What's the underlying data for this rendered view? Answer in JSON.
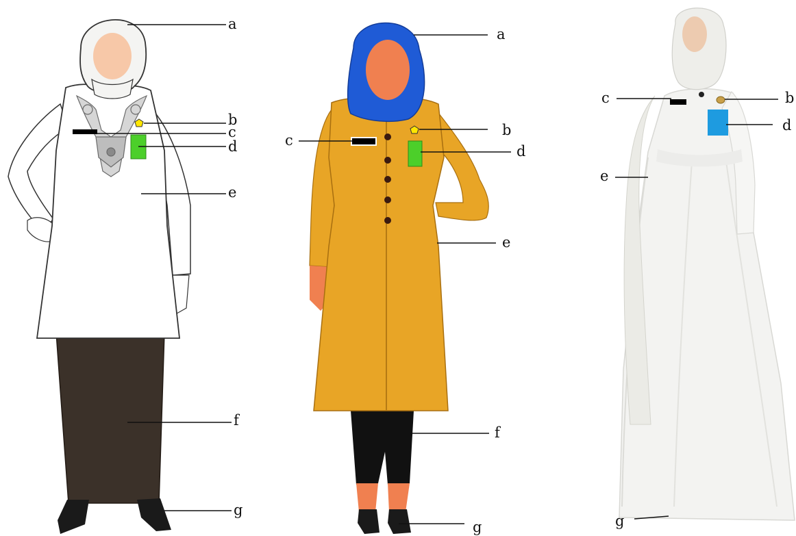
{
  "figures": [
    {
      "id": "figure-1",
      "labels": {
        "a": "a",
        "b": "b",
        "c": "c",
        "d": "d",
        "e": "e",
        "f": "f",
        "g": "g"
      },
      "colors": {
        "hijab": "#f4f4f2",
        "top": "#ffffff",
        "skirt": "#3b3129",
        "name_tag": "#4ccf2a",
        "badge": "#ffe600",
        "bar": "#000000",
        "shoes": "#1a1a1a"
      }
    },
    {
      "id": "figure-2",
      "labels": {
        "a": "a",
        "b": "b",
        "c": "c",
        "d": "d",
        "e": "e",
        "f": "f",
        "g": "g"
      },
      "colors": {
        "hijab": "#1f5bd6",
        "coat": "#e8a526",
        "pants": "#111111",
        "name_tag": "#4ccf2a",
        "badge": "#ffe600",
        "bar": "#000000",
        "buttons": "#3a1a10",
        "skin": "#f08050"
      }
    },
    {
      "id": "figure-3",
      "labels": {
        "b": "b",
        "c": "c",
        "d": "d",
        "e": "e",
        "g": "g"
      },
      "colors": {
        "gown": "#f3f3f1",
        "name_tag": "#1e9be0",
        "badge": "#c9a04a",
        "bar": "#000000"
      }
    }
  ]
}
